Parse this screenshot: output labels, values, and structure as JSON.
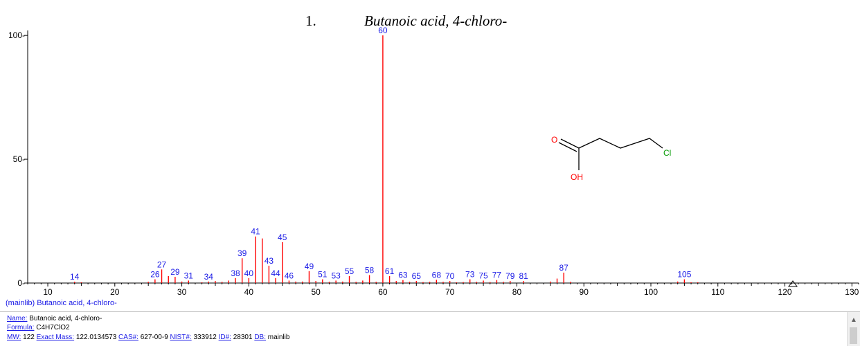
{
  "title": {
    "number": "1.",
    "name": "Butanoic acid, 4-chloro-"
  },
  "caption": "(mainlib) Butanoic acid, 4-chloro-",
  "info": {
    "name_label": "Name:",
    "name_value": " Butanoic acid, 4-chloro-",
    "formula_label": "Formula:",
    "formula_value": " C4H7ClO2",
    "mw_label": "MW:",
    "mw_value": " 122 ",
    "exact_label": "Exact Mass:",
    "exact_value": " 122.0134573 ",
    "cas_label": "CAS#:",
    "cas_value": " 627-00-9 ",
    "nist_label": "NIST#:",
    "nist_value": " 333912 ",
    "id_label": "ID#:",
    "id_value": " 28301 ",
    "db_label": "DB:",
    "db_value": " mainlib"
  },
  "structure_labels": {
    "carbonyl_o": "O",
    "hydroxyl": "OH",
    "chlorine": "Cl"
  },
  "colors": {
    "peak": "#ff0000",
    "peak_label": "#1a1ae6",
    "axis": "#000000",
    "structure_o": "#ff0000"
  },
  "chart_data": {
    "type": "bar",
    "xlim": [
      7,
      131
    ],
    "ylim": [
      0,
      102
    ],
    "xticks": [
      10,
      20,
      30,
      40,
      50,
      60,
      70,
      80,
      90,
      100,
      110,
      120,
      130
    ],
    "yticks": [
      0,
      50,
      100
    ],
    "peaks": [
      {
        "mz": 14,
        "intensity": 0.5,
        "label": "14"
      },
      {
        "mz": 15,
        "intensity": 0.3
      },
      {
        "mz": 25,
        "intensity": 0.5
      },
      {
        "mz": 26,
        "intensity": 1.5,
        "label": "26"
      },
      {
        "mz": 27,
        "intensity": 5.5,
        "label": "27"
      },
      {
        "mz": 28,
        "intensity": 2.8
      },
      {
        "mz": 29,
        "intensity": 2.5,
        "label": "29"
      },
      {
        "mz": 30,
        "intensity": 0.6
      },
      {
        "mz": 31,
        "intensity": 1.0,
        "label": "31"
      },
      {
        "mz": 33,
        "intensity": 0.3
      },
      {
        "mz": 34,
        "intensity": 0.6,
        "label": "34"
      },
      {
        "mz": 35,
        "intensity": 0.8
      },
      {
        "mz": 36,
        "intensity": 0.5
      },
      {
        "mz": 37,
        "intensity": 1.0
      },
      {
        "mz": 38,
        "intensity": 2.0,
        "label": "38"
      },
      {
        "mz": 39,
        "intensity": 10.0,
        "label": "39"
      },
      {
        "mz": 40,
        "intensity": 2.0,
        "label": "40"
      },
      {
        "mz": 41,
        "intensity": 18.8,
        "label": "41"
      },
      {
        "mz": 42,
        "intensity": 18.0
      },
      {
        "mz": 43,
        "intensity": 7.0,
        "label": "43"
      },
      {
        "mz": 44,
        "intensity": 2.0,
        "label": "44"
      },
      {
        "mz": 45,
        "intensity": 16.5,
        "label": "45"
      },
      {
        "mz": 46,
        "intensity": 1.0,
        "label": "46"
      },
      {
        "mz": 47,
        "intensity": 0.6
      },
      {
        "mz": 48,
        "intensity": 0.6
      },
      {
        "mz": 49,
        "intensity": 4.8,
        "label": "49"
      },
      {
        "mz": 50,
        "intensity": 0.8
      },
      {
        "mz": 51,
        "intensity": 1.5,
        "label": "51"
      },
      {
        "mz": 52,
        "intensity": 0.5
      },
      {
        "mz": 53,
        "intensity": 1.0,
        "label": "53"
      },
      {
        "mz": 54,
        "intensity": 0.6
      },
      {
        "mz": 55,
        "intensity": 2.8,
        "label": "55"
      },
      {
        "mz": 56,
        "intensity": 0.5
      },
      {
        "mz": 57,
        "intensity": 1.0
      },
      {
        "mz": 58,
        "intensity": 3.2,
        "label": "58"
      },
      {
        "mz": 59,
        "intensity": 0.5
      },
      {
        "mz": 60,
        "intensity": 100,
        "label": "60"
      },
      {
        "mz": 61,
        "intensity": 2.8,
        "label": "61"
      },
      {
        "mz": 62,
        "intensity": 0.8
      },
      {
        "mz": 63,
        "intensity": 1.2,
        "label": "63"
      },
      {
        "mz": 64,
        "intensity": 0.5
      },
      {
        "mz": 65,
        "intensity": 0.8,
        "label": "65"
      },
      {
        "mz": 66,
        "intensity": 0.4
      },
      {
        "mz": 67,
        "intensity": 0.5
      },
      {
        "mz": 68,
        "intensity": 1.3,
        "label": "68"
      },
      {
        "mz": 69,
        "intensity": 0.5
      },
      {
        "mz": 70,
        "intensity": 0.8,
        "label": "70"
      },
      {
        "mz": 71,
        "intensity": 0.3
      },
      {
        "mz": 72,
        "intensity": 0.4
      },
      {
        "mz": 73,
        "intensity": 1.5,
        "label": "73"
      },
      {
        "mz": 74,
        "intensity": 0.5
      },
      {
        "mz": 75,
        "intensity": 1.0,
        "label": "75"
      },
      {
        "mz": 76,
        "intensity": 0.4
      },
      {
        "mz": 77,
        "intensity": 1.2,
        "label": "77"
      },
      {
        "mz": 78,
        "intensity": 0.5
      },
      {
        "mz": 79,
        "intensity": 0.8,
        "label": "79"
      },
      {
        "mz": 81,
        "intensity": 0.8,
        "label": "81"
      },
      {
        "mz": 85,
        "intensity": 0.6
      },
      {
        "mz": 86,
        "intensity": 1.8
      },
      {
        "mz": 87,
        "intensity": 4.2,
        "label": "87"
      },
      {
        "mz": 88,
        "intensity": 0.5
      },
      {
        "mz": 104,
        "intensity": 0.6
      },
      {
        "mz": 105,
        "intensity": 1.5,
        "label": "105"
      },
      {
        "mz": 106,
        "intensity": 0.3
      },
      {
        "mz": 107,
        "intensity": 0.3
      }
    ]
  }
}
